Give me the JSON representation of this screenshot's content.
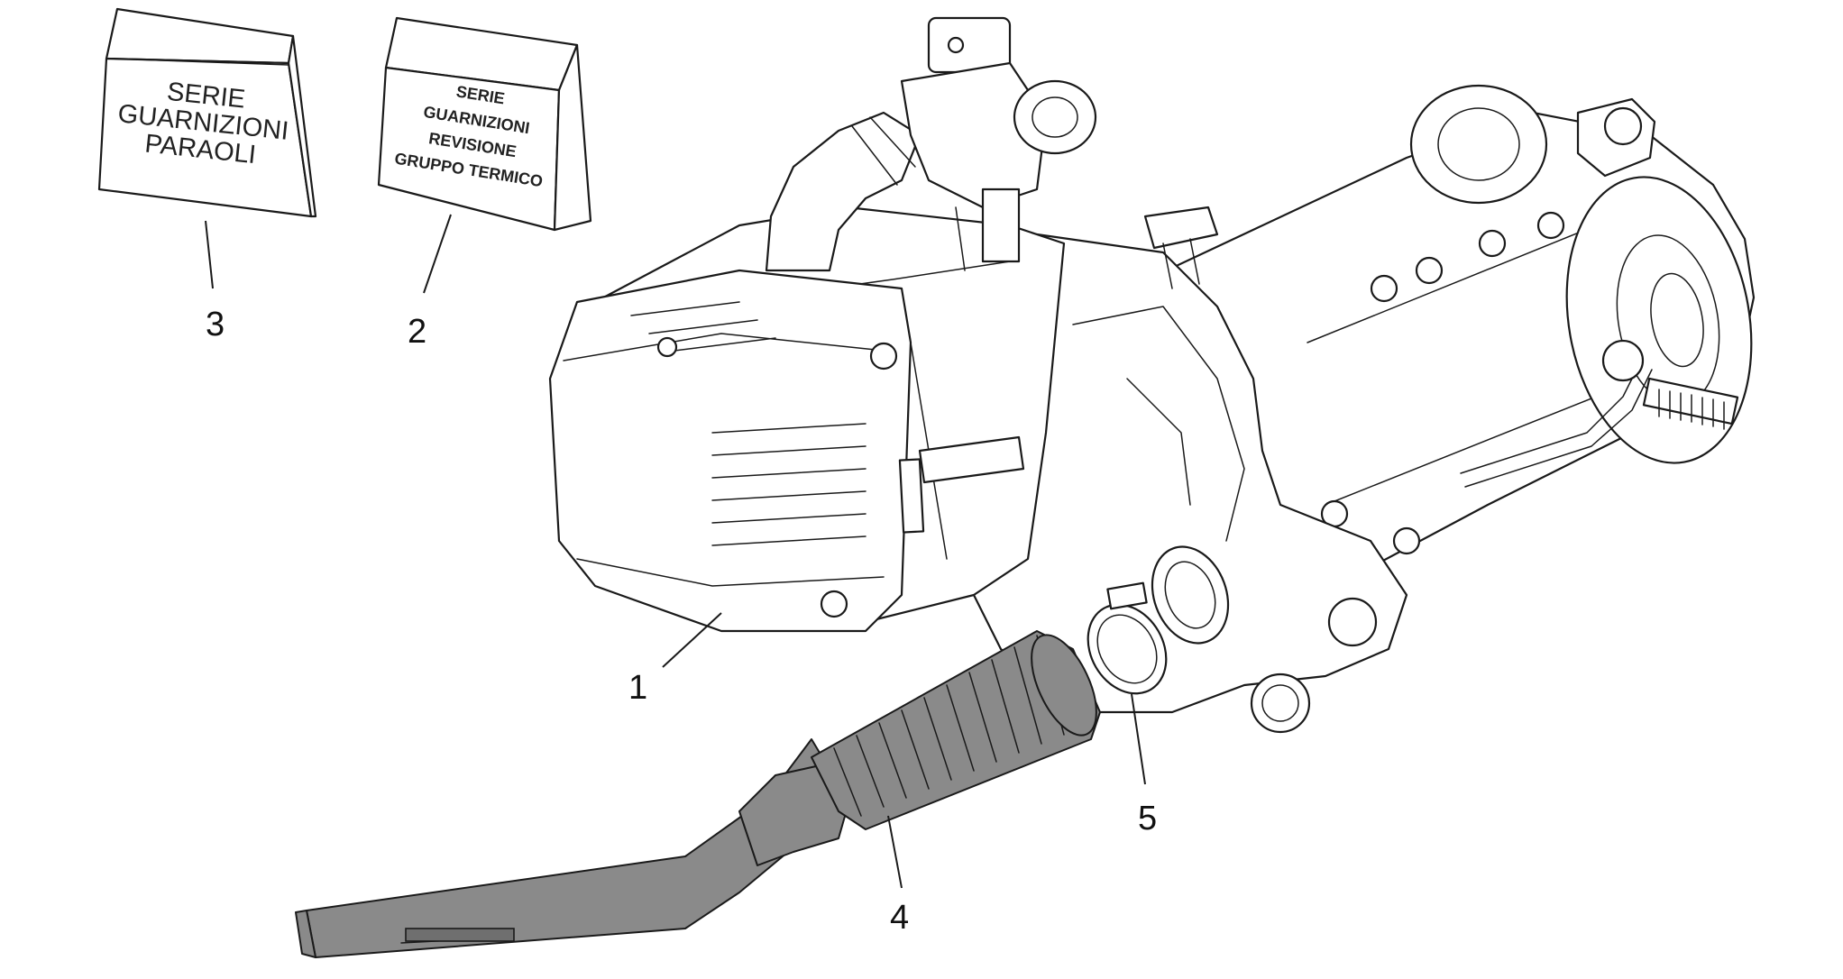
{
  "packages": [
    {
      "callout": "3",
      "lines": [
        "SERIE",
        "GUARNIZIONI",
        "PARAOLI"
      ]
    },
    {
      "callout": "2",
      "lines": [
        "SERIE",
        "GUARNIZIONI",
        "REVISIONE",
        "GRUPPO TERMICO"
      ]
    }
  ],
  "callouts": {
    "engine": "1",
    "hose": "4",
    "clamp": "5"
  },
  "colors": {
    "line": "#1a1a1a",
    "hose_fill": "#8a8a8a",
    "background": "#ffffff"
  }
}
